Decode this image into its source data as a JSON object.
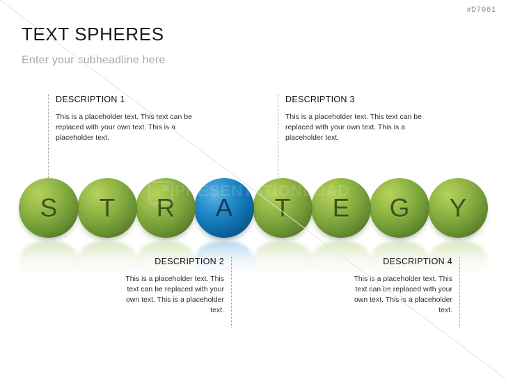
{
  "header": {
    "code": "#D7061",
    "title": "TEXT SPHERES",
    "subtitle": "Enter your subheadline here"
  },
  "watermark": {
    "text": "PRESENTATIONLOAD",
    "logo_icon": "speech-bubble-icon"
  },
  "spheres": {
    "word": "STRATEGY",
    "colors": {
      "green_light": "#b6d05e",
      "green_mid": "#8fb544",
      "green_dark": "#3e5a1e",
      "blue_light": "#63b8e4",
      "blue_mid": "#2189c8",
      "blue_dark": "#062f52",
      "green_letter": "#3d531c",
      "blue_letter": "#0a3a5e"
    },
    "items": [
      {
        "letter": "S",
        "color": "green"
      },
      {
        "letter": "T",
        "color": "green"
      },
      {
        "letter": "R",
        "color": "green"
      },
      {
        "letter": "A",
        "color": "blue"
      },
      {
        "letter": "T",
        "color": "green"
      },
      {
        "letter": "E",
        "color": "green"
      },
      {
        "letter": "G",
        "color": "green"
      },
      {
        "letter": "Y",
        "color": "green"
      }
    ]
  },
  "descriptions": [
    {
      "id": "desc1",
      "heading": "DESCRIPTION 1",
      "body": "This is a placeholder text. This text can be replaced with your own text. This is a placeholder text.",
      "align": "left",
      "position": "top"
    },
    {
      "id": "desc2",
      "heading": "DESCRIPTION 2",
      "body": "This is a placeholder text. This text can be replaced with your own text. This is a placeholder text.",
      "align": "right",
      "position": "bottom"
    },
    {
      "id": "desc3",
      "heading": "DESCRIPTION 3",
      "body": "This is a placeholder text. This text can be replaced with your own text. This is a placeholder text.",
      "align": "left",
      "position": "top"
    },
    {
      "id": "desc4",
      "heading": "DESCRIPTION 4",
      "body": "This is a placeholder text. This text can be replaced with your own text. This is a placeholder text.",
      "align": "right",
      "position": "bottom"
    }
  ]
}
